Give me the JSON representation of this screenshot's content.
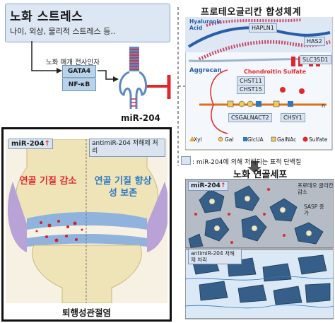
{
  "aging_stress": {
    "title": "노화 스트레스",
    "subtitle": "나이, 외상, 물리적 스트레스 등.."
  },
  "transcription": {
    "label": "노화 매개 전사인자",
    "factors": [
      "GATA4",
      "NF-κB"
    ]
  },
  "mirna": {
    "label": "miR-204"
  },
  "proteoglycan": {
    "title": "프로테오글리칸 합성체계",
    "labels": {
      "hyaluronic_acid": "Hyaluronic Acid",
      "hapln1": "HAPLN1",
      "has2": "HAS2",
      "slc35d1": "SLC35D1",
      "aggrecan": "Aggrecan",
      "chondroitin": "Chondroitin Sulfate",
      "chst11": "CHST11",
      "chst15": "CHST15",
      "csgalnact2": "CSGALNACT2",
      "chsy1": "CHSY1",
      "n": "n"
    },
    "sugar_legend": [
      "Xyl",
      "Gal",
      "GlcUA",
      "GalNAc",
      "Sulfate"
    ],
    "target_legend": ": miR-204에 의해 저해되는 표적 단백질"
  },
  "oa_panel": {
    "left_tag": "miR-204",
    "right_tag": "antimiR-204 저해제 처리",
    "left_text": "연골 기질 감소",
    "right_text": "연골 기질 향상성 보존",
    "title": "퇴행성관절염"
  },
  "aging_cells": {
    "title": "노화 연골세포",
    "top_tag": "miR-204",
    "pg_decrease": "프로테오 글리칸 감소",
    "sasp": "SASP 증가",
    "bottom_tag": "antimiR-204 저해제 처리"
  },
  "colors": {
    "red": "#e0282c",
    "blue": "#2c78c3",
    "panel_blue": "#d9e4f0"
  }
}
